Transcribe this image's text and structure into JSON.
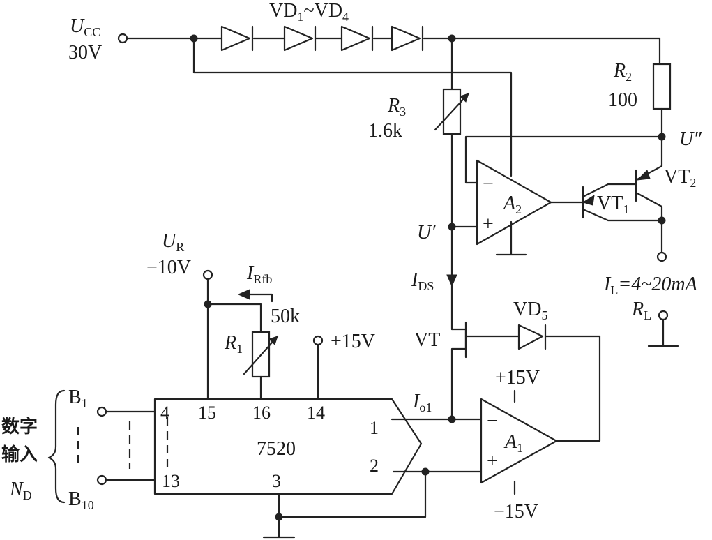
{
  "labels": {
    "vcc_symbol": "U",
    "vcc_sub": "CC",
    "vcc_value": "30V",
    "diode_string_a": "VD",
    "diode_string_a_sub": "1",
    "diode_string_sep": "~VD",
    "diode_string_b_sub": "4",
    "r2_symbol": "R",
    "r2_sub": "2",
    "r2_value": "100",
    "r3_symbol": "R",
    "r3_sub": "3",
    "r3_value": "1.6k",
    "u_double_prime": "U″",
    "u_prime": "U′",
    "vt2_label": "VT",
    "vt2_sub": "2",
    "vt1_label": "VT",
    "vt1_sub": "1",
    "a2_label": "A",
    "a2_sub": "2",
    "il_symbol": "I",
    "il_sub": "L",
    "il_value": "=4~20mA",
    "rl_symbol": "R",
    "rl_sub": "L",
    "ids_symbol": "I",
    "ids_sub": "DS",
    "vt_label": "VT",
    "vd5_label": "VD",
    "vd5_sub": "5",
    "ur_symbol": "U",
    "ur_sub": "R",
    "ur_value": "−10V",
    "irfb_symbol": "I",
    "irfb_sub": "Rfb",
    "r1_value": "50k",
    "r1_symbol": "R",
    "r1_sub": "1",
    "plus15_top": "+15V",
    "plus15_a1": "+15V",
    "minus15_a1": "−15V",
    "io1_symbol": "I",
    "io1_sub": "o1",
    "a1_label": "A",
    "a1_sub": "1",
    "chip_name": "7520",
    "pin_4": "4",
    "pin_15": "15",
    "pin_16": "16",
    "pin_14": "14",
    "pin_13": "13",
    "pin_3": "3",
    "pin_1": "1",
    "pin_2": "2",
    "b1": "B",
    "b1_sub": "1",
    "b10": "B",
    "b10_sub": "10",
    "digital_input_line1": "数字",
    "digital_input_line2": "输入",
    "nd_symbol": "N",
    "nd_sub": "D",
    "opamp_minus": "−",
    "opamp_plus": "+"
  }
}
